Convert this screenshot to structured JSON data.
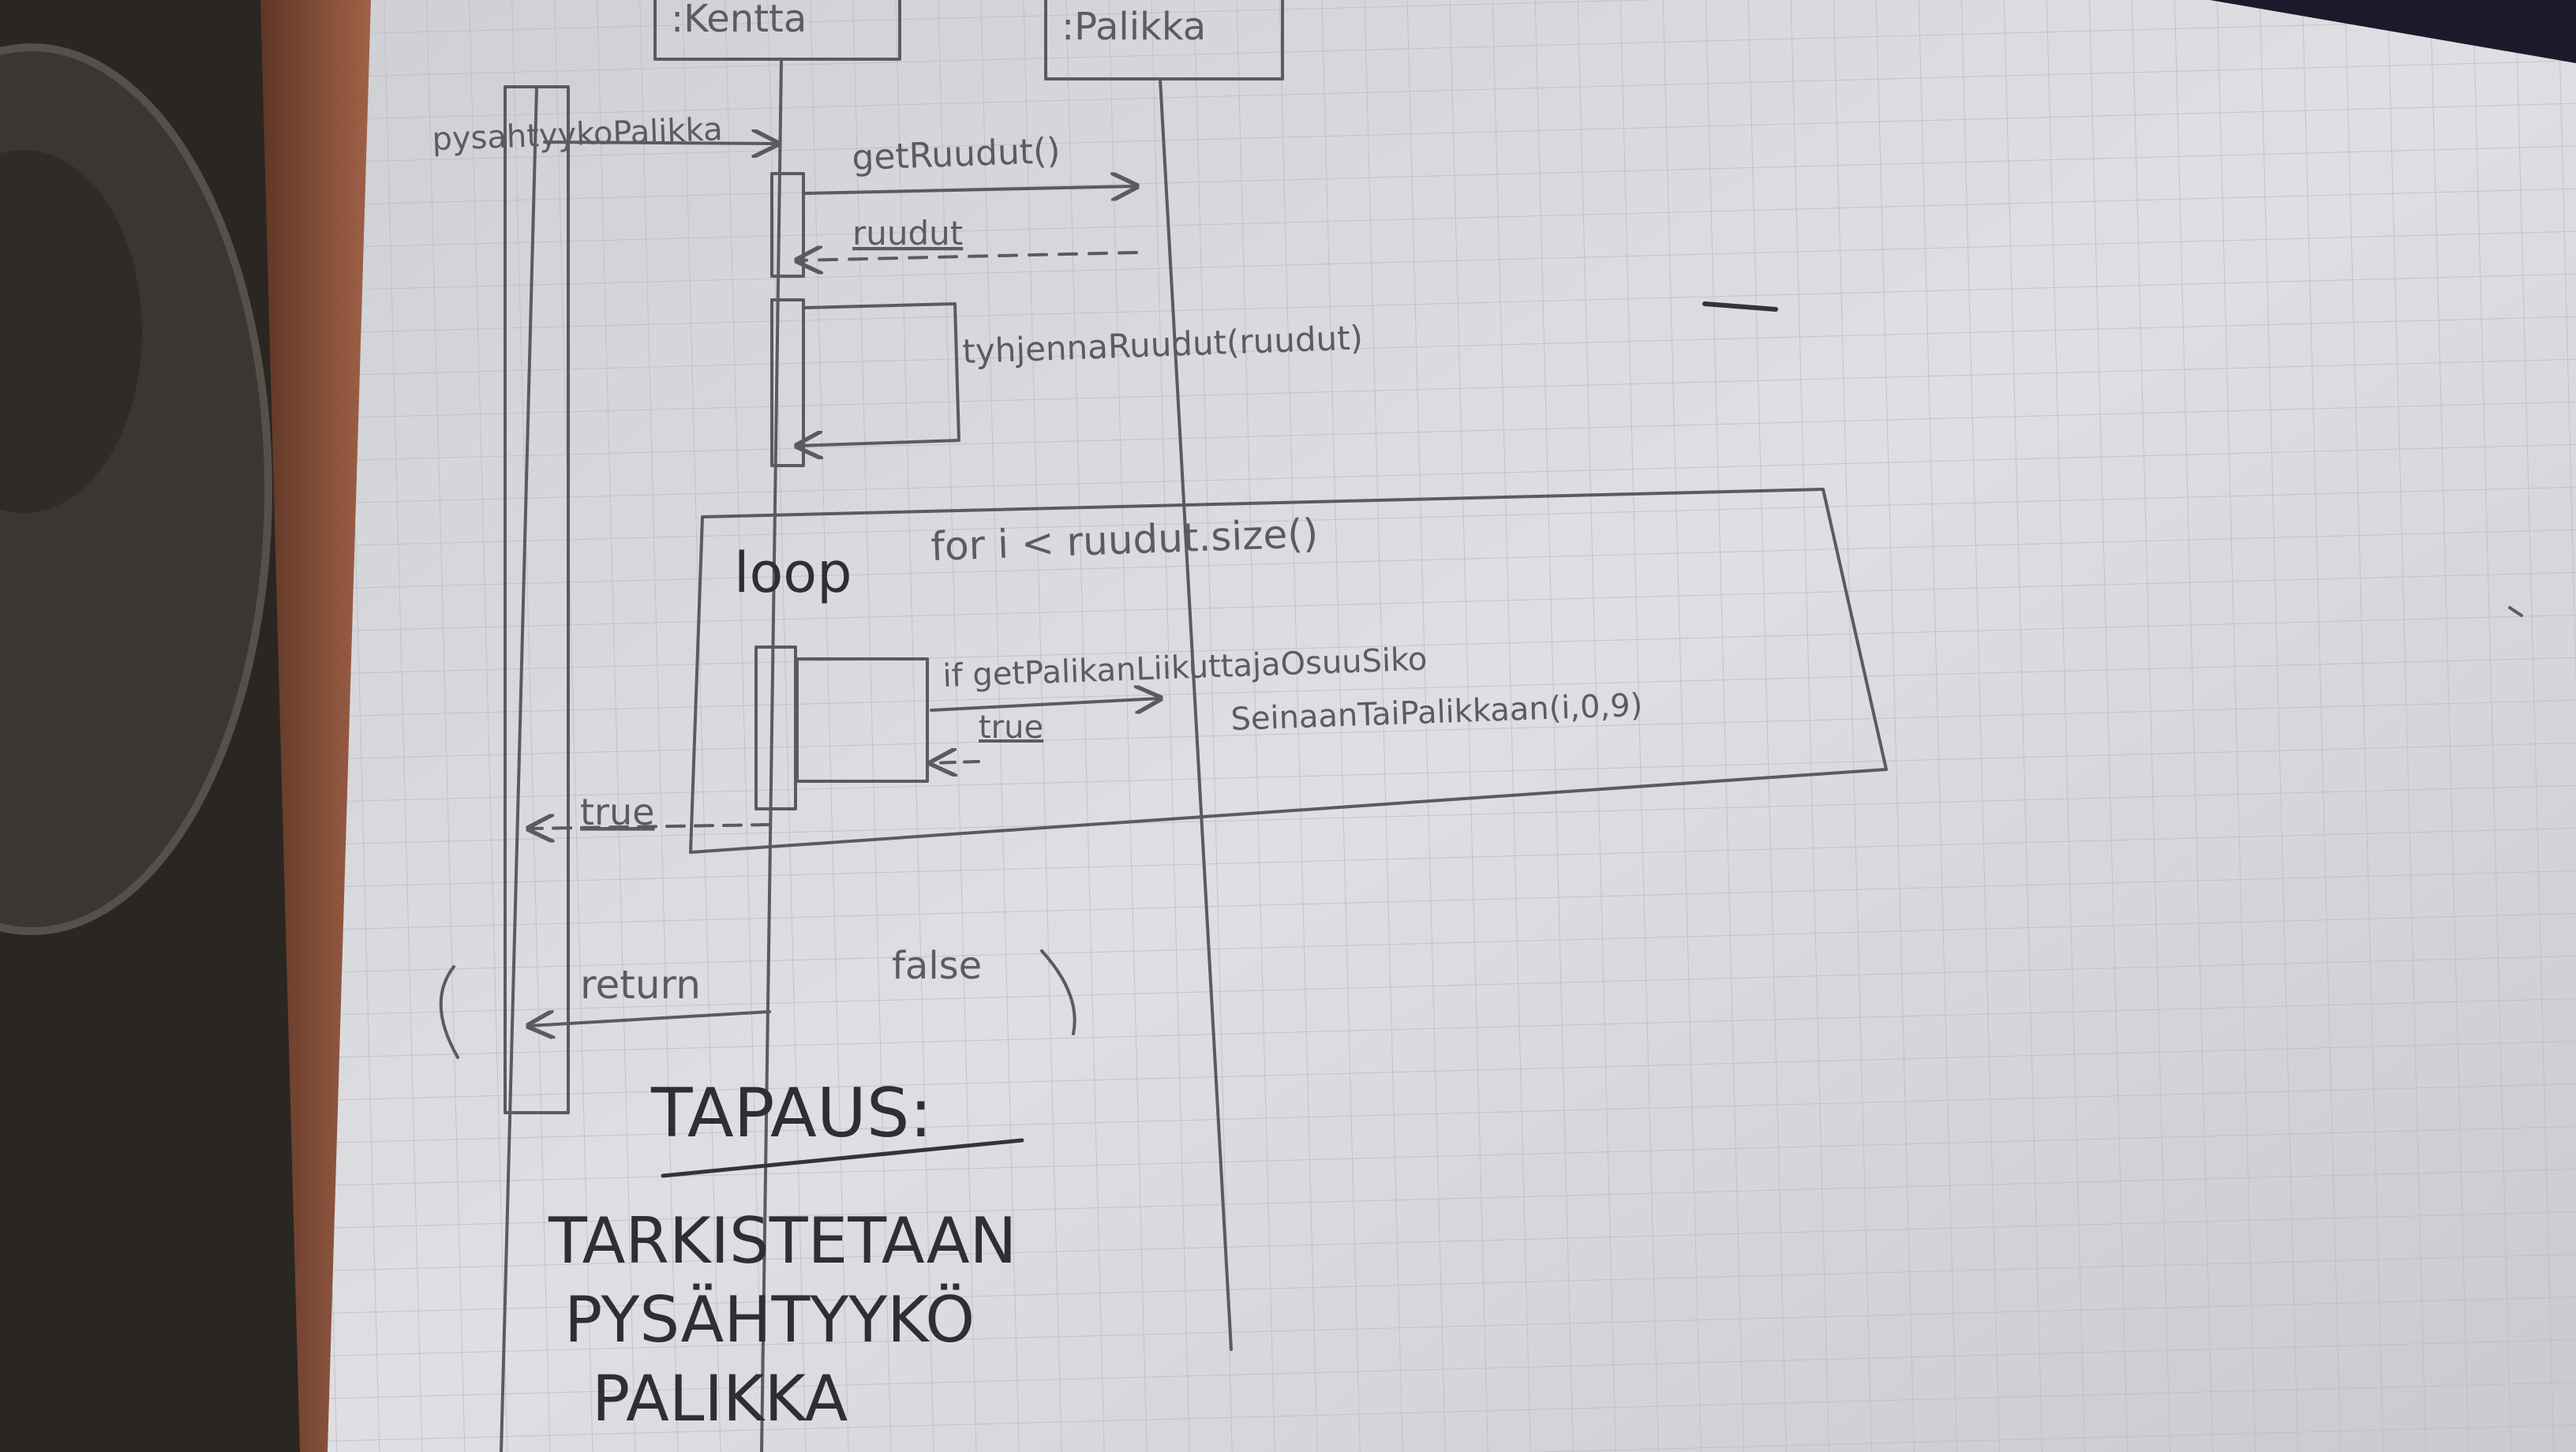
{
  "lifelines": [
    {
      "label": ":Kentta"
    },
    {
      "label": ":Palikka"
    }
  ],
  "messages": {
    "trigger": "pysahtyykoPalikka",
    "call_get": "getRuudut()",
    "return_get": "ruudut",
    "self_call": "tyhjennaRuudut(ruudut)",
    "loop_check_top": "if getPalikanLiikuttajaOsuuSiko",
    "loop_check_bottom": "SeinaanTaiPalikkaan(i,0,9)",
    "loop_return": "true",
    "return_true": "true",
    "return_word": "return",
    "return_false": "false"
  },
  "loop_frame": {
    "operator": "loop",
    "guard": "for i < ruudut.size()"
  },
  "note": {
    "title": "TAPAUS:",
    "lines": [
      "TARKISTETAAN",
      "PYSÄHTYYKÖ",
      "PALIKKA"
    ]
  },
  "colors": {
    "paper": "#d9dade",
    "grid": "#b9bdc4",
    "pencil": "#5a5a62",
    "marker": "#2e2e36",
    "table": "#9a5a3e",
    "background": "#2a2622"
  }
}
